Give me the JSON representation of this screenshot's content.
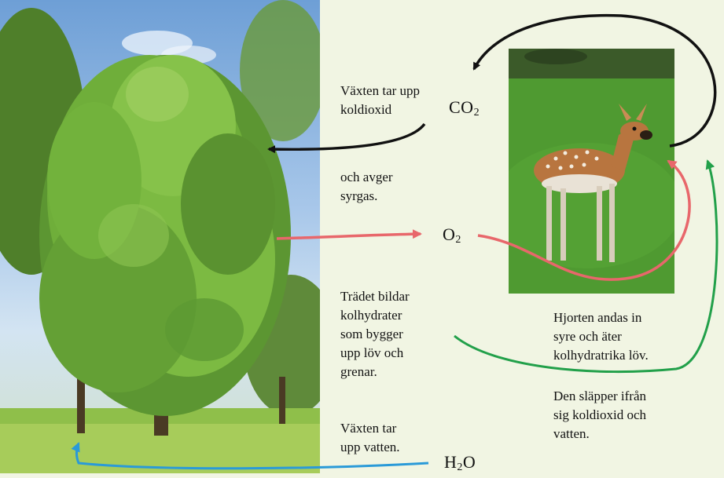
{
  "labels": {
    "takes_co2": [
      "Växten tar upp",
      "koldioxid"
    ],
    "gives_o2": [
      "och avger",
      "syrgas."
    ],
    "tree_builds": [
      "Trädet bildar",
      "kolhydrater",
      "som bygger",
      "upp löv och",
      "grenar."
    ],
    "takes_water": [
      "Växten tar",
      "upp vatten."
    ],
    "deer_breathes": [
      "Hjorten andas in",
      "syre och äter",
      "kolhydratrika löv."
    ],
    "deer_releases": [
      "Den släpper ifrån",
      "sig koldioxid och",
      "vatten."
    ]
  },
  "chem": {
    "co2": {
      "base": "CO",
      "sub": "2"
    },
    "o2": {
      "base": "O",
      "sub": "2"
    },
    "h2o": {
      "pre": "H",
      "sub": "2",
      "post": "O"
    }
  },
  "colors": {
    "co2_arrow": "#111111",
    "o2_arrow": "#e8676b",
    "carbohydrate_arrow": "#22a04a",
    "water_arrow": "#2a9ad8",
    "background": "#f1f5e3"
  },
  "icons": {
    "tree": "tree-photo",
    "deer": "deer-photo"
  }
}
